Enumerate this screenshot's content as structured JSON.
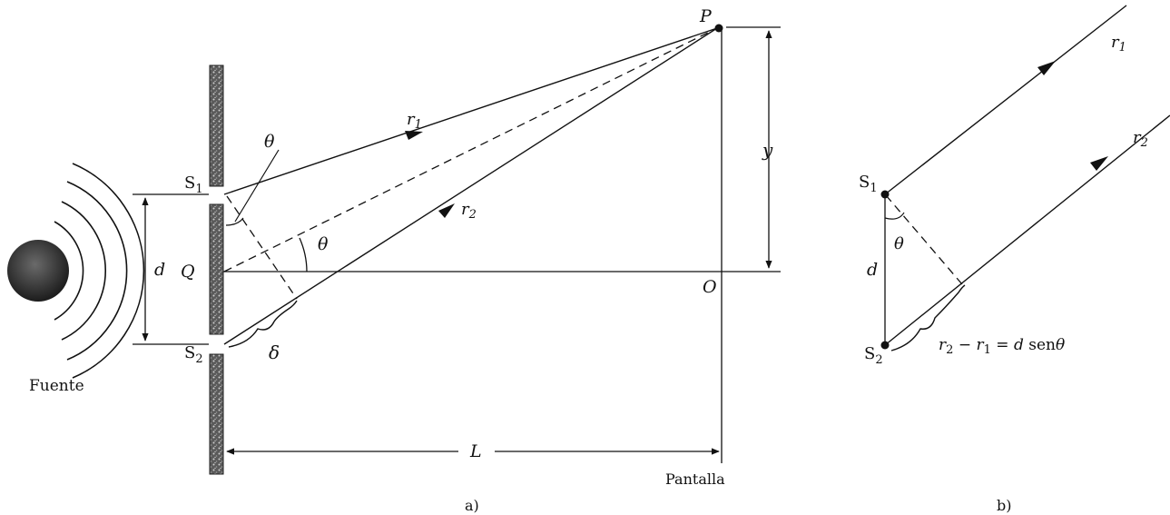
{
  "figure_a": {
    "source_label": "Fuente",
    "screen_label": "Pantalla",
    "panel_label": "a)",
    "slit1": {
      "letter": "S",
      "index": "1"
    },
    "slit2": {
      "letter": "S",
      "index": "2"
    },
    "point_P": "P",
    "point_Q": "Q",
    "point_O": "O",
    "spacing_d": "d",
    "distance_L": "L",
    "height_y": "y",
    "ray1": {
      "letter": "r",
      "index": "1"
    },
    "ray2": {
      "letter": "r",
      "index": "2"
    },
    "angle_theta_small": "θ",
    "angle_theta_center": "θ",
    "path_difference": "δ"
  },
  "figure_b": {
    "panel_label": "b)",
    "slit1": {
      "letter": "S",
      "index": "1"
    },
    "slit2": {
      "letter": "S",
      "index": "2"
    },
    "ray1": {
      "letter": "r",
      "index": "1"
    },
    "ray2": {
      "letter": "r",
      "index": "2"
    },
    "spacing_d": "d",
    "angle_theta": "θ",
    "equation": {
      "lhs_a": "r",
      "lhs_a_index": "2",
      "minus": " − ",
      "lhs_b": "r",
      "lhs_b_index": "1",
      "equals": " = ",
      "d": "d",
      "sen": " sen",
      "theta": "θ"
    }
  },
  "colors": {
    "ink": "#111111",
    "barrier": "#4a4a4a",
    "source": "#2a2a2a"
  }
}
